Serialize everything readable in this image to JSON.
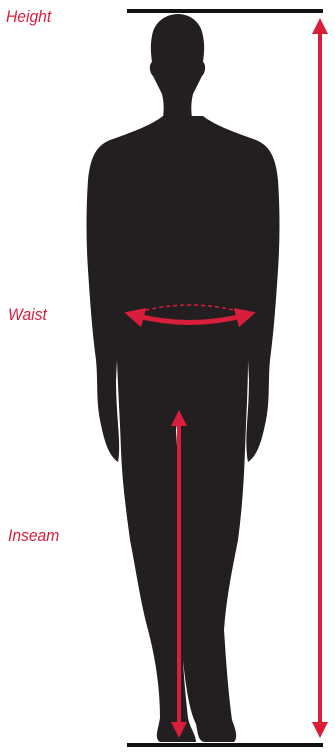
{
  "labels": {
    "height": "Height",
    "waist": "Waist",
    "inseam": "Inseam"
  },
  "colors": {
    "accent": "#d81e3a",
    "silhouette": "#231f20",
    "baseline": "#111111",
    "background": "#ffffff"
  },
  "icons": {
    "figure": "human-silhouette-icon"
  }
}
